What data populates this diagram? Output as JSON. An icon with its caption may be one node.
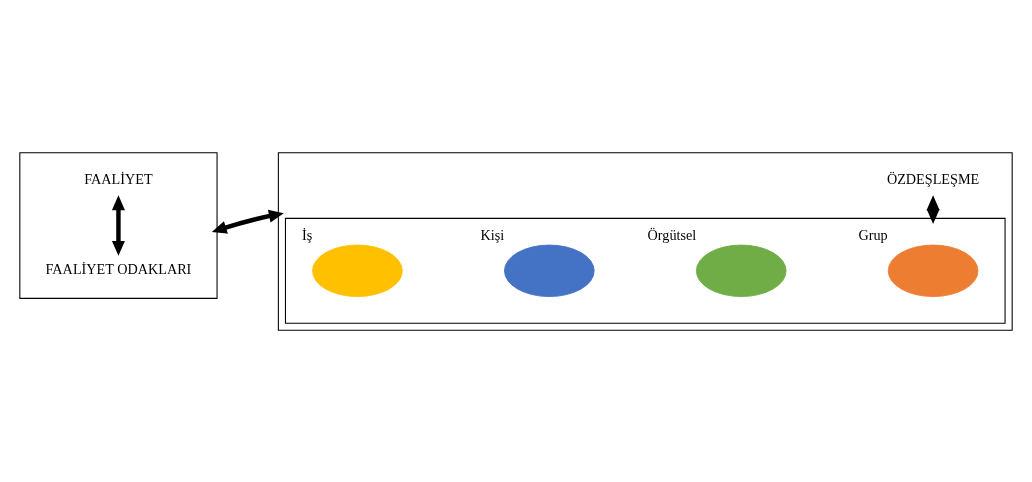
{
  "diagram": {
    "nodes": [
      {
        "text": [],
        "shape": "box"
      },
      {
        "text": [
          "FAALİYET"
        ],
        "in": 0
      },
      {
        "text": [
          "FAALİYET ODAKLARI"
        ],
        "in": 0
      },
      {
        "text": [],
        "shape": "box"
      },
      {
        "text": [
          "ÖZDEŞLEŞME"
        ],
        "in": 3
      },
      {
        "text": [],
        "shape": "box",
        "in": 3
      },
      {
        "text": [],
        "shape": "ellipse",
        "in": 5,
        "beside": [
          "Grup"
        ]
      },
      {
        "text": [],
        "shape": "ellipse",
        "in": 5,
        "beside": [
          "Örgütsel"
        ]
      },
      {
        "text": [],
        "shape": "ellipse",
        "in": 5,
        "beside": [
          "Kişi"
        ]
      },
      {
        "text": [],
        "shape": "ellipse",
        "in": 5,
        "beside": [
          "İş"
        ]
      }
    ],
    "edges": [
      {
        "from": 1,
        "to": 2,
        "arrow": "both"
      },
      {
        "from": 0,
        "to": 3,
        "arrow": "both"
      },
      {
        "from": 4,
        "to": 5,
        "arrow": "both"
      }
    ]
  }
}
